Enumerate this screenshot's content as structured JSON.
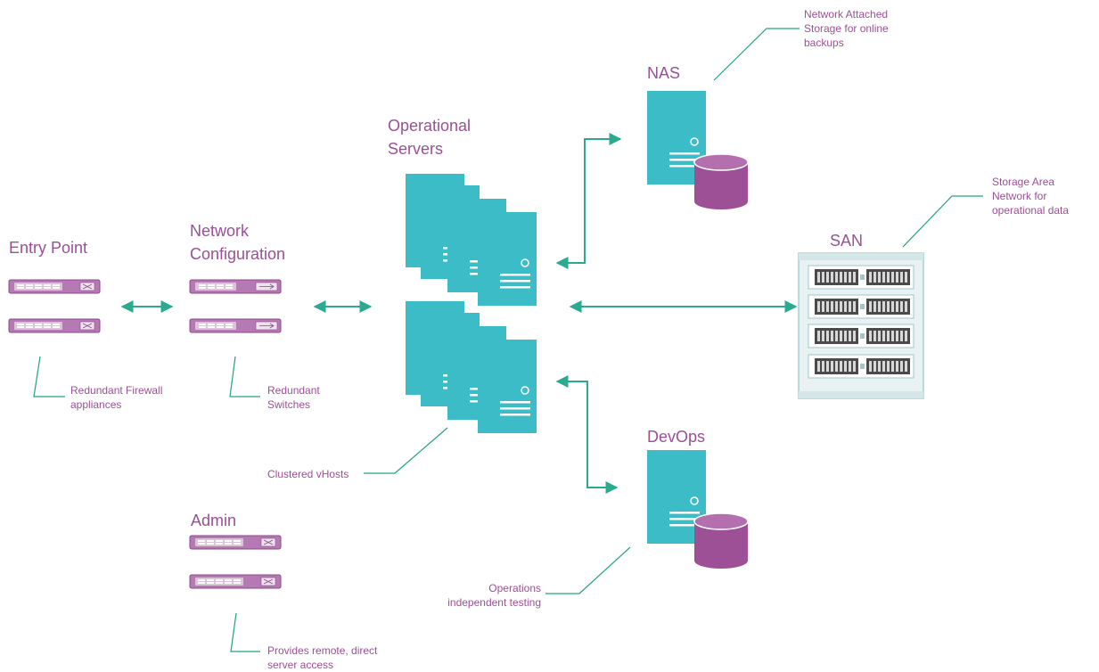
{
  "titles": {
    "entry_point": "Entry Point",
    "network_configuration": [
      "Network",
      "Configuration"
    ],
    "operational_servers": [
      "Operational",
      "Servers"
    ],
    "nas": "NAS",
    "san": "SAN",
    "devops": "DevOps",
    "admin": "Admin"
  },
  "annotations": {
    "firewalls": [
      "Redundant Firewall",
      "appliances"
    ],
    "switches": [
      "Redundant",
      "Switches"
    ],
    "vhosts": "Clustered vHosts",
    "nas": [
      "Network Attached",
      "Storage for online",
      "backups"
    ],
    "san": [
      "Storage Area",
      "Network for",
      "operational data"
    ],
    "devops": [
      "Operations",
      "independent testing"
    ],
    "admin": [
      "Provides remote, direct",
      "server access"
    ]
  },
  "colors": {
    "label": "#9b4f96",
    "teal": "#3bbcc7",
    "purple": "#9e5096",
    "arrow": "#2aab90",
    "leader": "#21a47f"
  }
}
